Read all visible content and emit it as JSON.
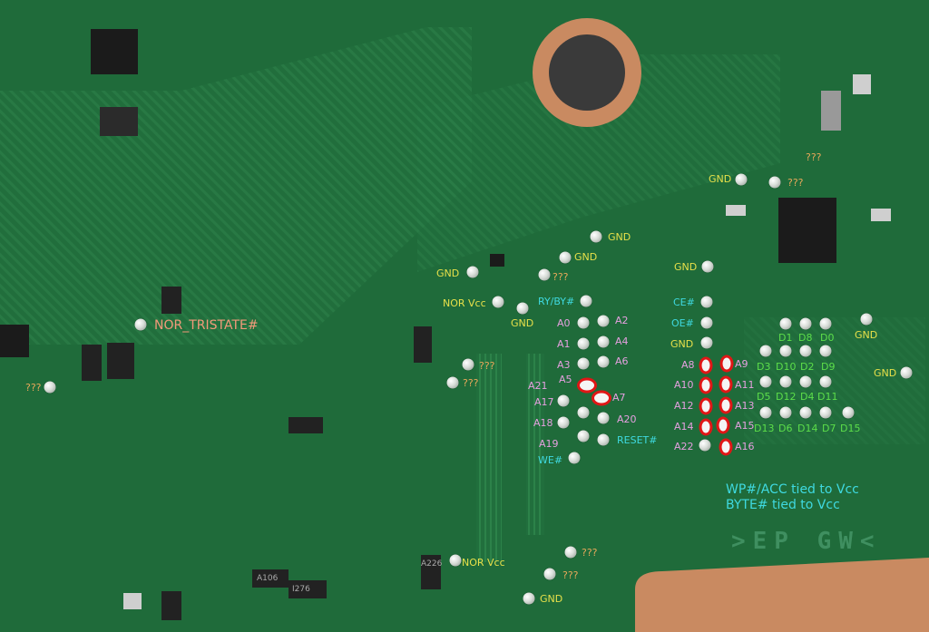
{
  "colors": {
    "board": "#1f6b3a",
    "gnd": "#e7e04a",
    "address": "#e6a0e0",
    "control": "#3fd9e0",
    "data": "#5cde4a",
    "unknown": "#e8a85a",
    "tristate": "#f29a7a",
    "marker": "#e01616"
  },
  "labels": {
    "gnd": "GND",
    "unknown": "???",
    "nor_vcc": "NOR Vcc",
    "nor_tristate": "NOR_TRISTATE#",
    "ry_by": "RY/BY#",
    "ce": "CE#",
    "oe": "OE#",
    "reset": "RESET#",
    "we": "WE#",
    "a0": "A0",
    "a1": "A1",
    "a2": "A2",
    "a3": "A3",
    "a4": "A4",
    "a5": "A5",
    "a6": "A6",
    "a7": "A7",
    "a8": "A8",
    "a9": "A9",
    "a10": "A10",
    "a11": "A11",
    "a12": "A12",
    "a13": "A13",
    "a14": "A14",
    "a15": "A15",
    "a16": "A16",
    "a17": "A17",
    "a18": "A18",
    "a19": "A19",
    "a20": "A20",
    "a21": "A21",
    "a22": "A22",
    "d0": "D0",
    "d1": "D1",
    "d2": "D2",
    "d3": "D3",
    "d4": "D4",
    "d5": "D5",
    "d6": "D6",
    "d7": "D7",
    "d8": "D8",
    "d9": "D9",
    "d10": "D10",
    "d11": "D11",
    "d12": "D12",
    "d13": "D13",
    "d14": "D14",
    "d15": "D15"
  },
  "notes": {
    "line1": "WP#/ACC tied to Vcc",
    "line2": "BYTE# tied to Vcc"
  },
  "silkscreen": {
    "gw": ">EP GW<",
    "a226": "A226",
    "a106": "A106",
    "i276": "I276"
  }
}
